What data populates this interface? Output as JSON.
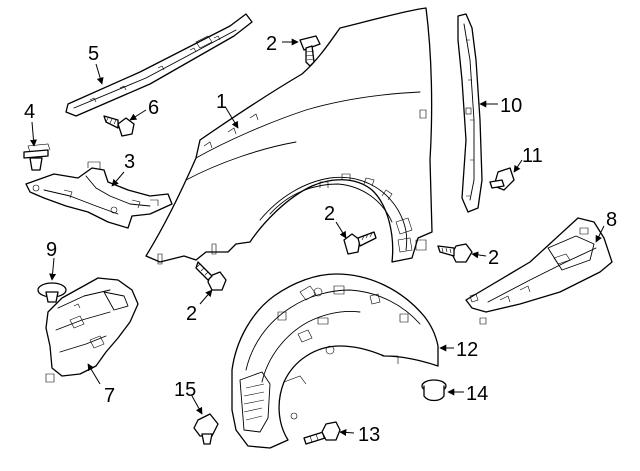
{
  "callouts": {
    "c1": "1",
    "c2a": "2",
    "c2b": "2",
    "c2c": "2",
    "c2d": "2",
    "c3": "3",
    "c4": "4",
    "c5": "5",
    "c6": "6",
    "c7": "7",
    "c8": "8",
    "c9": "9",
    "c10": "10",
    "c11": "11",
    "c12": "12",
    "c13": "13",
    "c14": "14",
    "c15": "15"
  },
  "colors": {
    "line": "#000000",
    "background": "#ffffff"
  }
}
